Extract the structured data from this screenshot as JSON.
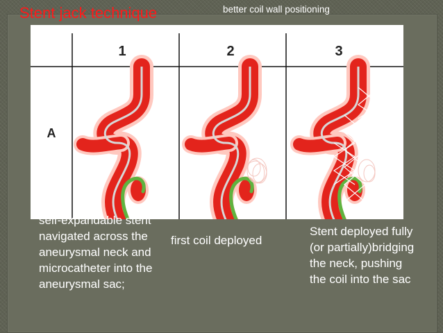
{
  "slide": {
    "title": "Stent jack technique",
    "subtitle": "better coil wall positioning"
  },
  "figure": {
    "row_label": "A",
    "panels": [
      {
        "number": "1"
      },
      {
        "number": "2"
      },
      {
        "number": "3"
      }
    ]
  },
  "captions": [
    "self-expandable stent navigated across the aneurysmal neck and microcatheter into the aneurysmal sac;",
    "first coil deployed",
    "Stent deployed fully (or partially)bridging the neck, pushing the coil into the sac"
  ],
  "colors": {
    "title": "#ff1a1a",
    "vessel_red": "#e3241c",
    "vessel_shadow": "#ffb3a8",
    "catheter_green": "#5fb33f",
    "wire_gray": "#cfcfcf"
  }
}
